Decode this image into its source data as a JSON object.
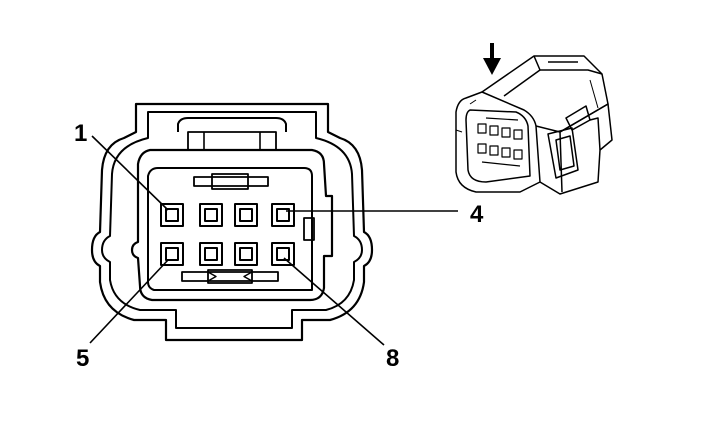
{
  "diagram": {
    "pin_labels": {
      "top_left": "1",
      "top_right": "4",
      "bottom_left": "5",
      "bottom_right": "8"
    },
    "pin_count": 8,
    "pins_per_row": 4,
    "icons": {
      "insertion_direction": "down-arrow-icon",
      "connector_perspective": "connector-3d-illustration"
    },
    "colors": {
      "line": "#000000",
      "background": "#ffffff"
    }
  }
}
